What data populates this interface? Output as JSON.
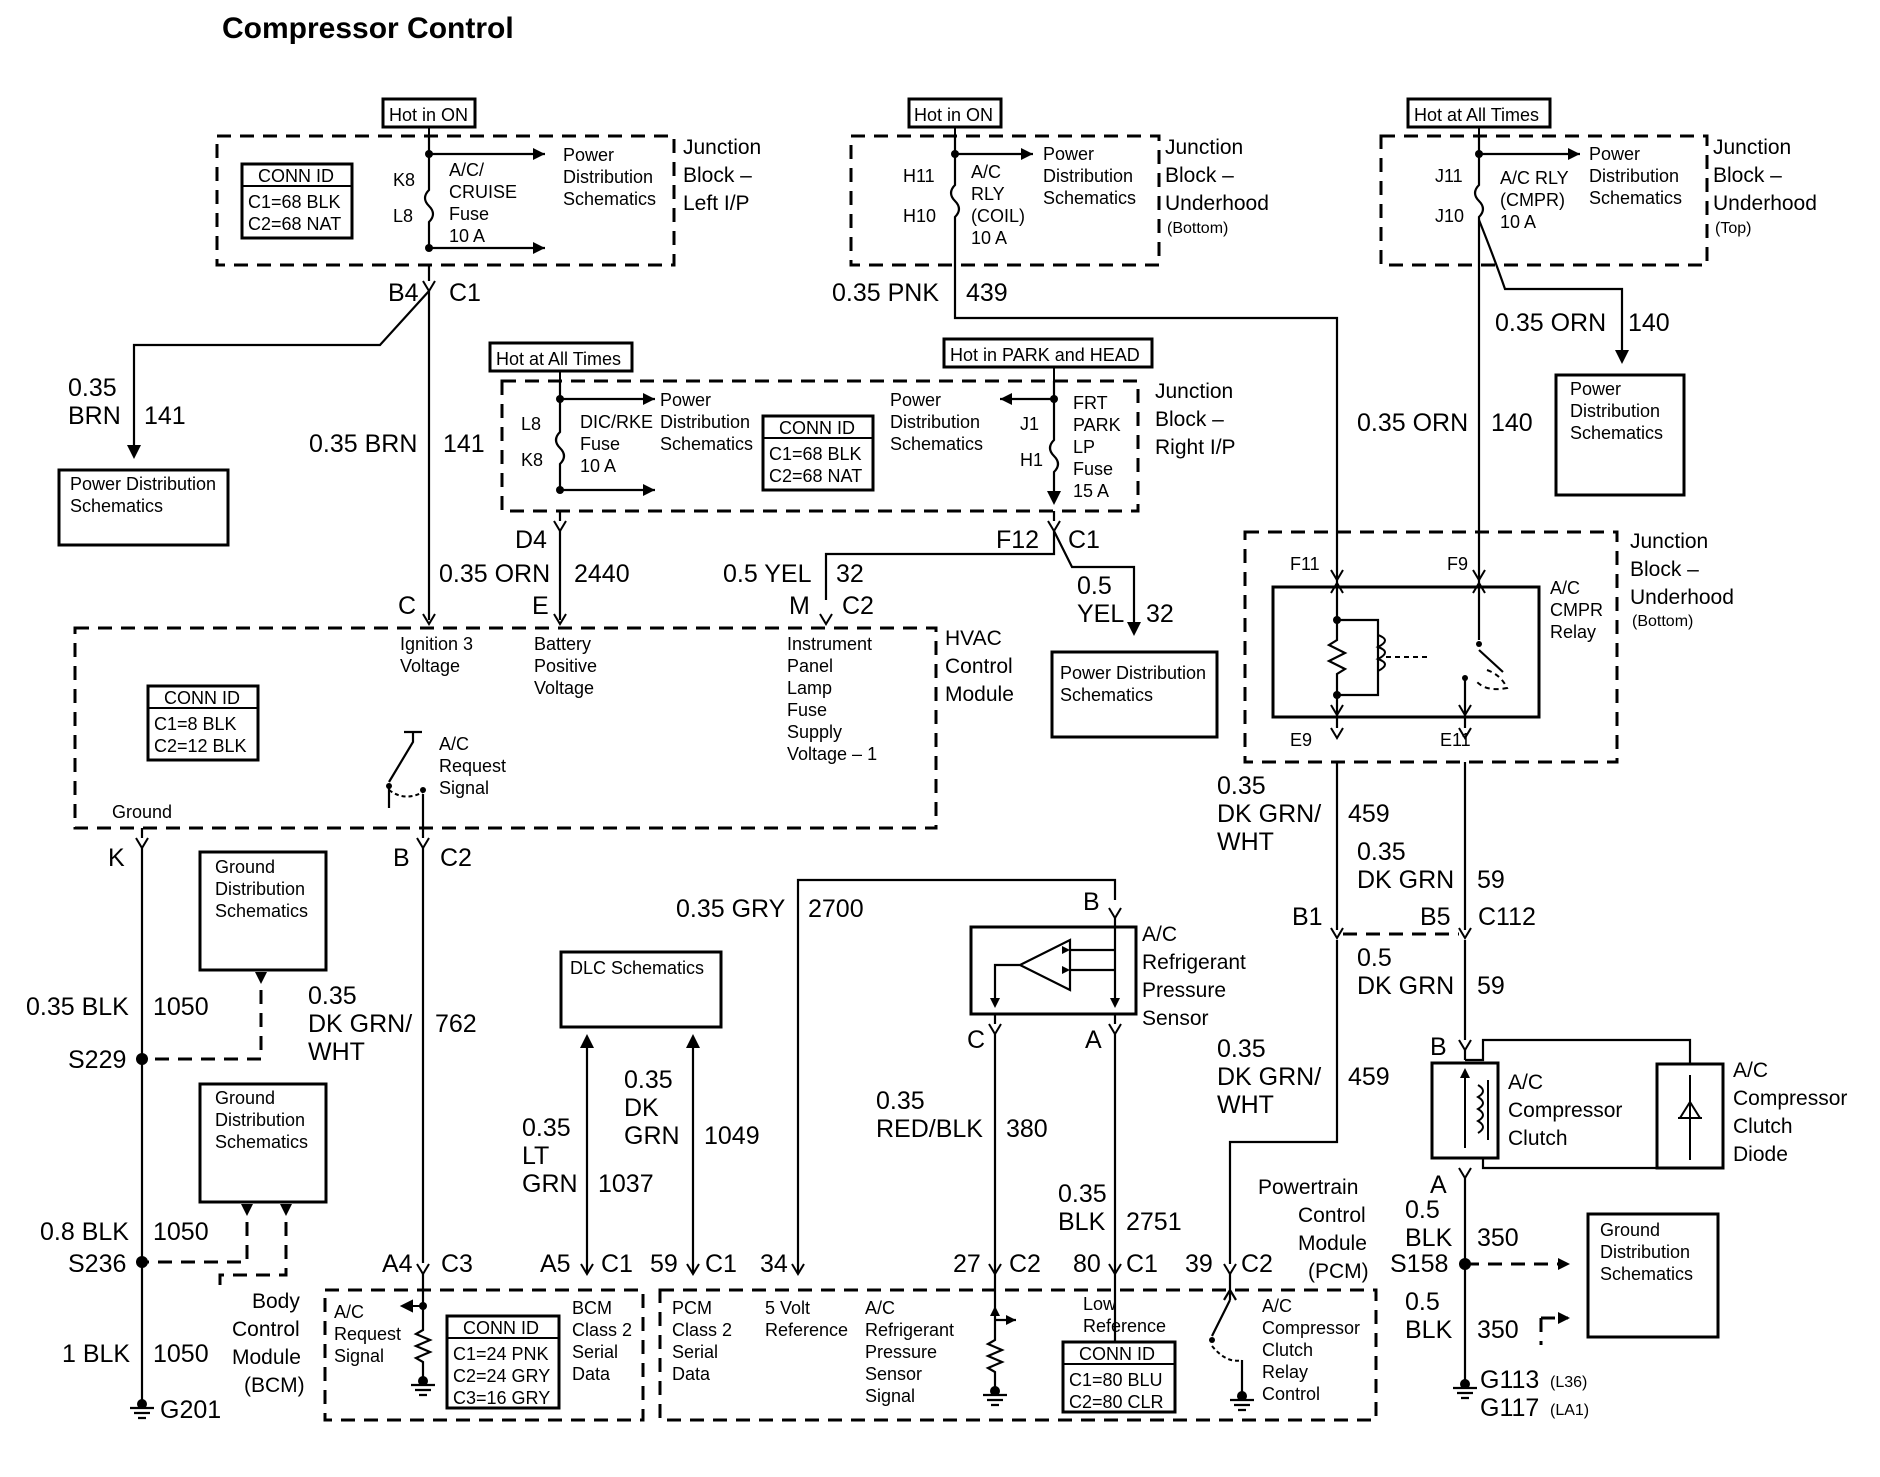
{
  "title": "Compressor Control",
  "hot_labels": {
    "left_ip": "Hot in ON",
    "underhood_bottom": "Hot in ON",
    "underhood_top": "Hot at All Times",
    "right_ip_left": "Hot at All Times",
    "right_ip_right": "Hot in PARK and HEAD"
  },
  "junction_left_ip": {
    "name": [
      "Junction",
      "Block –",
      "Left I/P"
    ],
    "conn_id": {
      "title": "CONN ID",
      "c1": "C1=68 BLK",
      "c2": "C2=68 NAT"
    },
    "fuse": [
      "A/C/",
      "CRUISE",
      "Fuse",
      "10 A"
    ],
    "k": "K8",
    "l": "L8",
    "power": [
      "Power",
      "Distribution",
      "Schematics"
    ]
  },
  "junction_underhood_bottom": {
    "name": [
      "Junction",
      "Block –",
      "Underhood"
    ],
    "sub": "(Bottom)",
    "fuse": [
      "A/C",
      "RLY",
      "(COIL)",
      "10 A"
    ],
    "h11": "H11",
    "h10": "H10",
    "power": [
      "Power",
      "Distribution",
      "Schematics"
    ]
  },
  "junction_underhood_top": {
    "name": [
      "Junction",
      "Block –",
      "Underhood"
    ],
    "sub": "(Top)",
    "fuse": [
      "A/C RLY",
      "(CMPR)",
      "10 A"
    ],
    "j11": "J11",
    "j10": "J10",
    "power": [
      "Power",
      "Distribution",
      "Schematics"
    ]
  },
  "junction_right_ip": {
    "name": [
      "Junction",
      "Block –",
      "Right I/P"
    ],
    "fuse_left": [
      "DIC/RKE",
      "Fuse",
      "10 A"
    ],
    "l8": "L8",
    "k8": "K8",
    "power_left": [
      "Power",
      "Distribution",
      "Schematics"
    ],
    "conn_id": {
      "title": "CONN ID",
      "c1": "C1=68 BLK",
      "c2": "C2=68 NAT"
    },
    "power_right": [
      "Power",
      "Distribution",
      "Schematics"
    ],
    "fuse_right": [
      "FRT",
      "PARK",
      "LP",
      "Fuse",
      "15 A"
    ],
    "j1": "J1",
    "h1": "H1"
  },
  "relay_block": {
    "name": [
      "Junction",
      "Block –",
      "Underhood"
    ],
    "sub": "(Bottom)",
    "relay": [
      "A/C",
      "CMPR",
      "Relay"
    ],
    "f11": "F11",
    "f9": "F9",
    "e9": "E9",
    "e11": "E11"
  },
  "hvac": {
    "name": [
      "HVAC",
      "Control",
      "Module"
    ],
    "conn_id": {
      "title": "CONN ID",
      "c1": "C1=8 BLK",
      "c2": "C2=12 BLK"
    },
    "pin_c": [
      "Ignition 3",
      "Voltage"
    ],
    "pin_e": [
      "Battery",
      "Positive",
      "Voltage"
    ],
    "pin_m": [
      "Instrument",
      "Panel",
      "Lamp",
      "Fuse",
      "Supply",
      "Voltage – 1"
    ],
    "switch": [
      "A/C",
      "Request",
      "Signal"
    ],
    "ground": "Ground"
  },
  "wires": {
    "brn_141_top": [
      "0.35",
      "BRN",
      "141"
    ],
    "brn_141_main": [
      "0.35 BRN",
      "141"
    ],
    "pnk_439": [
      "0.35 PNK",
      "439"
    ],
    "orn_140_a": [
      "0.35 ORN",
      "140"
    ],
    "orn_140_b": [
      "0.35 ORN",
      "140"
    ],
    "orn_2440": [
      "0.35 ORN",
      "2440"
    ],
    "yel_32_a": [
      "0.5 YEL",
      "32"
    ],
    "yel_32_b": [
      "0.5",
      "YEL",
      "32"
    ],
    "dkgrnwht_459_a": [
      "0.35",
      "DK GRN/",
      "WHT",
      "459"
    ],
    "dkgrn_59_a": [
      "0.35",
      "DK GRN",
      "59"
    ],
    "dkgrn_59_b": [
      "0.5",
      "DK GRN",
      "59"
    ],
    "dkgrnwht_459_b": [
      "0.35",
      "DK GRN/",
      "WHT",
      "459"
    ],
    "blk_1050_a": [
      "0.35 BLK",
      "1050"
    ],
    "dkgrnwht_762": [
      "0.35",
      "DK GRN/",
      "WHT",
      "762"
    ],
    "gry_2700": [
      "0.35 GRY",
      "2700"
    ],
    "ltgrn_1037": [
      "0.35",
      "LT",
      "GRN",
      "1037"
    ],
    "dkgrn_1049": [
      "0.35",
      "DK",
      "GRN",
      "1049"
    ],
    "redblk_380": [
      "0.35",
      "RED/BLK",
      "380"
    ],
    "blk_2751": [
      "0.35",
      "BLK",
      "2751"
    ],
    "blk_1050_b": [
      "0.8 BLK",
      "1050"
    ],
    "blk_1050_c": [
      "1 BLK",
      "1050"
    ],
    "blk_350_a": [
      "0.5",
      "BLK",
      "350"
    ],
    "blk_350_b": [
      "0.5",
      "BLK",
      "350"
    ]
  },
  "connectors": {
    "b4": "B4",
    "c1_top": "C1",
    "d4": "D4",
    "f12": "F12",
    "c1_rip": "C1",
    "c": "C",
    "e": "E",
    "m": "M",
    "c2_hvac": "C2",
    "k": "K",
    "b": "B",
    "c2_b": "C2",
    "b1": "B1",
    "b5": "B5",
    "c112": "C112",
    "sensor_b": "B",
    "sensor_c": "C",
    "sensor_a": "A",
    "clutch_b": "B",
    "clutch_a": "A",
    "a4": "A4",
    "c3": "C3",
    "a5": "A5",
    "c1_a5": "C1",
    "p59": "59",
    "c1_59": "C1",
    "p34": "34",
    "p27": "27",
    "c2_27": "C2",
    "p80": "80",
    "c1_80": "C1",
    "p39": "39",
    "c2_39": "C2"
  },
  "splices": {
    "s229": "S229",
    "s236": "S236",
    "s158": "S158"
  },
  "grounds": {
    "g201": "G201",
    "g113": "G113",
    "g113_sub": "(L36)",
    "g117": "G117",
    "g117_sub": "(LA1)"
  },
  "boxes": {
    "power_dist_left": [
      "Power Distribution",
      "Schematics"
    ],
    "power_dist_mid": [
      "Power Distribution",
      "Schematics"
    ],
    "power_dist_right": [
      "Power",
      "Distribution",
      "Schematics"
    ],
    "ground_dist_1": [
      "Ground",
      "Distribution",
      "Schematics"
    ],
    "ground_dist_2": [
      "Ground",
      "Distribution",
      "Schematics"
    ],
    "ground_dist_3": [
      "Ground",
      "Distribution",
      "Schematics"
    ],
    "dlc": "DLC Schematics"
  },
  "sensor": [
    "A/C",
    "Refrigerant",
    "Pressure",
    "Sensor"
  ],
  "clutch": [
    "A/C",
    "Compressor",
    "Clutch"
  ],
  "diode": [
    "A/C",
    "Compressor",
    "Clutch",
    "Diode"
  ],
  "bcm": {
    "name": [
      "Body",
      "Control",
      "Module",
      "(BCM)"
    ],
    "req": [
      "A/C",
      "Request",
      "Signal"
    ],
    "conn_id": {
      "title": "CONN ID",
      "c1": "C1=24 PNK",
      "c2": "C2=24 GRY",
      "c3": "C3=16 GRY"
    },
    "serial": [
      "BCM",
      "Class 2",
      "Serial",
      "Data"
    ]
  },
  "pcm": {
    "name": [
      "Powertrain",
      "Control",
      "Module",
      "(PCM)"
    ],
    "serial": [
      "PCM",
      "Class 2",
      "Serial",
      "Data"
    ],
    "ref": [
      "5 Volt",
      "Reference"
    ],
    "sensor_sig": [
      "A/C",
      "Refrigerant",
      "Pressure",
      "Sensor",
      "Signal"
    ],
    "low_ref": [
      "Low",
      "Reference"
    ],
    "conn_id": {
      "title": "CONN ID",
      "c1": "C1=80 BLU",
      "c2": "C2=80 CLR"
    },
    "relay_ctrl": [
      "A/C",
      "Compressor",
      "Clutch",
      "Relay",
      "Control"
    ]
  }
}
